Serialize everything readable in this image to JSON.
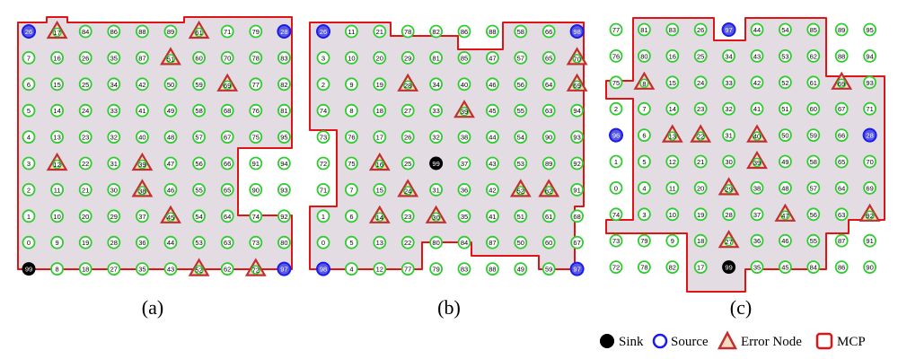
{
  "colors": {
    "region_fill": "#e3dde3",
    "region_stroke": "#e01414",
    "node_ring": "#2ecc2e",
    "node_fill": "#ffffff",
    "source_ring": "#1a1aee",
    "source_fill": "#5a5ae0",
    "sink_fill": "#000000",
    "error_stroke": "#c03030",
    "error_fill": "#f6ddc0"
  },
  "legend": {
    "sink": "Sink",
    "source": "Source",
    "error_node": "Error Node",
    "mcp": "MCP"
  },
  "panels": [
    {
      "label": "(a)",
      "cols": [
        [
          "26",
          "7",
          "6",
          "5",
          "4",
          "3",
          "2",
          "1",
          "0",
          "99"
        ],
        [
          "17",
          "16",
          "15",
          "14",
          "13",
          "12",
          "11",
          "10",
          "9",
          "8"
        ],
        [
          "84",
          "26",
          "25",
          "24",
          "23",
          "22",
          "21",
          "20",
          "19",
          "18"
        ],
        [
          "86",
          "35",
          "34",
          "33",
          "32",
          "31",
          "30",
          "29",
          "28",
          "27"
        ],
        [
          "88",
          "87",
          "42",
          "41",
          "40",
          "39",
          "38",
          "37",
          "36",
          "35"
        ],
        [
          "89",
          "51",
          "50",
          "49",
          "48",
          "47",
          "46",
          "45",
          "44",
          "43"
        ],
        [
          "61",
          "60",
          "59",
          "58",
          "57",
          "56",
          "55",
          "54",
          "53",
          "52"
        ],
        [
          "71",
          "70",
          "69",
          "68",
          "67",
          "66",
          "65",
          "64",
          "63",
          "62"
        ],
        [
          "79",
          "78",
          "77",
          "76",
          "75",
          "91",
          "90",
          "74",
          "73",
          "72"
        ],
        [
          "28",
          "83",
          "82",
          "81",
          "95",
          "94",
          "93",
          "92",
          "80",
          "97"
        ]
      ],
      "sources": [
        "0,0",
        "9,0",
        "9,9"
      ],
      "sinks": [
        "0,9"
      ],
      "errors": [
        "1,0",
        "6,0",
        "5,1",
        "7,2",
        "1,5",
        "4,5",
        "4,6",
        "5,7",
        "6,9",
        "8,9"
      ]
    },
    {
      "label": "(b)",
      "cols": [
        [
          "26",
          "3",
          "2",
          "74",
          "73",
          "72",
          "71",
          "1",
          "0",
          "98"
        ],
        [
          "11",
          "10",
          "9",
          "8",
          "76",
          "75",
          "7",
          "6",
          "5",
          "4"
        ],
        [
          "21",
          "20",
          "19",
          "18",
          "17",
          "16",
          "15",
          "14",
          "13",
          "12"
        ],
        [
          "78",
          "29",
          "28",
          "27",
          "26",
          "25",
          "24",
          "23",
          "22",
          "77"
        ],
        [
          "82",
          "81",
          "34",
          "33",
          "32",
          "99",
          "31",
          "30",
          "80",
          "79"
        ],
        [
          "86",
          "85",
          "40",
          "39",
          "38",
          "37",
          "36",
          "35",
          "84",
          "83"
        ],
        [
          "88",
          "47",
          "46",
          "45",
          "44",
          "43",
          "42",
          "41",
          "87",
          "88"
        ],
        [
          "58",
          "57",
          "56",
          "55",
          "54",
          "53",
          "52",
          "51",
          "50",
          "49"
        ],
        [
          "66",
          "65",
          "64",
          "63",
          "90",
          "89",
          "62",
          "61",
          "60",
          "59"
        ],
        [
          "98",
          "70",
          "69",
          "94",
          "93",
          "92",
          "91",
          "68",
          "67",
          "97"
        ]
      ],
      "sources": [
        "0,0",
        "9,0",
        "0,9",
        "9,9"
      ],
      "sinks": [
        "4,5"
      ],
      "errors": [
        "3,2",
        "5,3",
        "9,1",
        "9,2",
        "2,5",
        "3,6",
        "4,7",
        "2,7",
        "7,6",
        "8,6"
      ]
    },
    {
      "label": "(c)",
      "cols": [
        [
          "77",
          "76",
          "75",
          "2",
          "96",
          "1",
          "0",
          "74",
          "73",
          "72"
        ],
        [
          "81",
          "80",
          "8",
          "7",
          "6",
          "5",
          "4",
          "3",
          "79",
          "78"
        ],
        [
          "83",
          "16",
          "15",
          "14",
          "13",
          "12",
          "11",
          "10",
          "9",
          "82"
        ],
        [
          "26",
          "25",
          "24",
          "23",
          "22",
          "21",
          "20",
          "19",
          "18",
          "17"
        ],
        [
          "97",
          "34",
          "33",
          "32",
          "31",
          "30",
          "29",
          "28",
          "27",
          "99"
        ],
        [
          "44",
          "43",
          "42",
          "41",
          "40",
          "39",
          "38",
          "37",
          "36",
          "35"
        ],
        [
          "54",
          "53",
          "52",
          "51",
          "50",
          "49",
          "48",
          "47",
          "46",
          "45"
        ],
        [
          "85",
          "62",
          "61",
          "60",
          "59",
          "58",
          "57",
          "56",
          "55",
          "84"
        ],
        [
          "89",
          "88",
          "69",
          "67",
          "66",
          "65",
          "64",
          "63",
          "87",
          "86"
        ],
        [
          "95",
          "94",
          "93",
          "71",
          "28",
          "70",
          "69",
          "92",
          "91",
          "90"
        ]
      ],
      "sources": [
        "4,0",
        "0,4",
        "9,4"
      ],
      "sinks": [
        "4,9"
      ],
      "errors": [
        "1,2",
        "8,2",
        "3,4",
        "5,4",
        "2,4",
        "5,5",
        "4,6",
        "6,7",
        "9,7",
        "4,8"
      ]
    }
  ]
}
